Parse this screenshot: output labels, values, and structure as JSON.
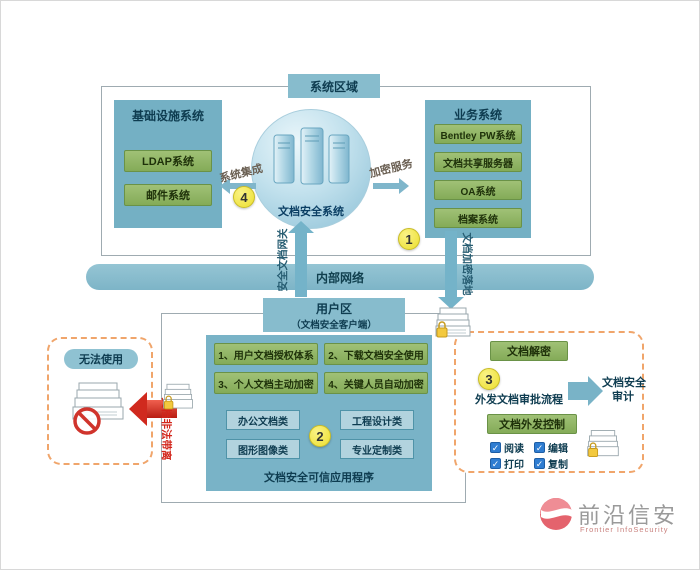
{
  "colors": {
    "teal_panel": "#74b0c4",
    "teal_bar": "#87bccd",
    "green_button": "#8eb562",
    "badge_yellow": "#ecdf2e",
    "dashed_orange": "#f0a56b",
    "alert_red": "#d0291e",
    "logo_red": "#e4636d",
    "text_navy": "#0e3c50"
  },
  "system_area": {
    "tab": "系统区域",
    "infrastructure": {
      "title": "基础设施系统",
      "items": [
        "LDAP系统",
        "邮件系统"
      ]
    },
    "core_label": "文档安全系统",
    "business": {
      "title": "业务系统",
      "items": [
        "Bentley PW系统",
        "文档共享服务器",
        "OA系统",
        "档案系统"
      ]
    },
    "integration_label": "系统集成",
    "encryption_label": "加密服务"
  },
  "badges": {
    "one": "1",
    "two": "2",
    "three": "3",
    "four": "4"
  },
  "network": {
    "label": "内部网络"
  },
  "flows": {
    "gateway": "安全文档网关",
    "landing": "文档加密落地",
    "illegal": "文档非法带离"
  },
  "user_area": {
    "tab_title": "用户区",
    "tab_subtitle": "（文档安全客户端）",
    "features": [
      "1、用户文档授权体系",
      "2、下载文档安全使用",
      "3、个人文档主动加密",
      "4、关键人员自动加密"
    ],
    "categories": [
      "办公文档类",
      "工程设计类",
      "图形图像类",
      "专业定制类"
    ],
    "footer": "文档安全可信应用程序"
  },
  "blocked": {
    "label": "无法使用"
  },
  "outgoing": {
    "decrypt": "文档解密",
    "process": "外发文档审批流程",
    "audit_line1": "文档安全",
    "audit_line2": "审计",
    "control": "文档外发控制",
    "permissions": [
      "阅读",
      "编辑",
      "打印",
      "复制"
    ],
    "check_glyph": "✓"
  },
  "logo": {
    "name": "前沿信安",
    "subtitle": "Frontier InfoSecurity"
  }
}
